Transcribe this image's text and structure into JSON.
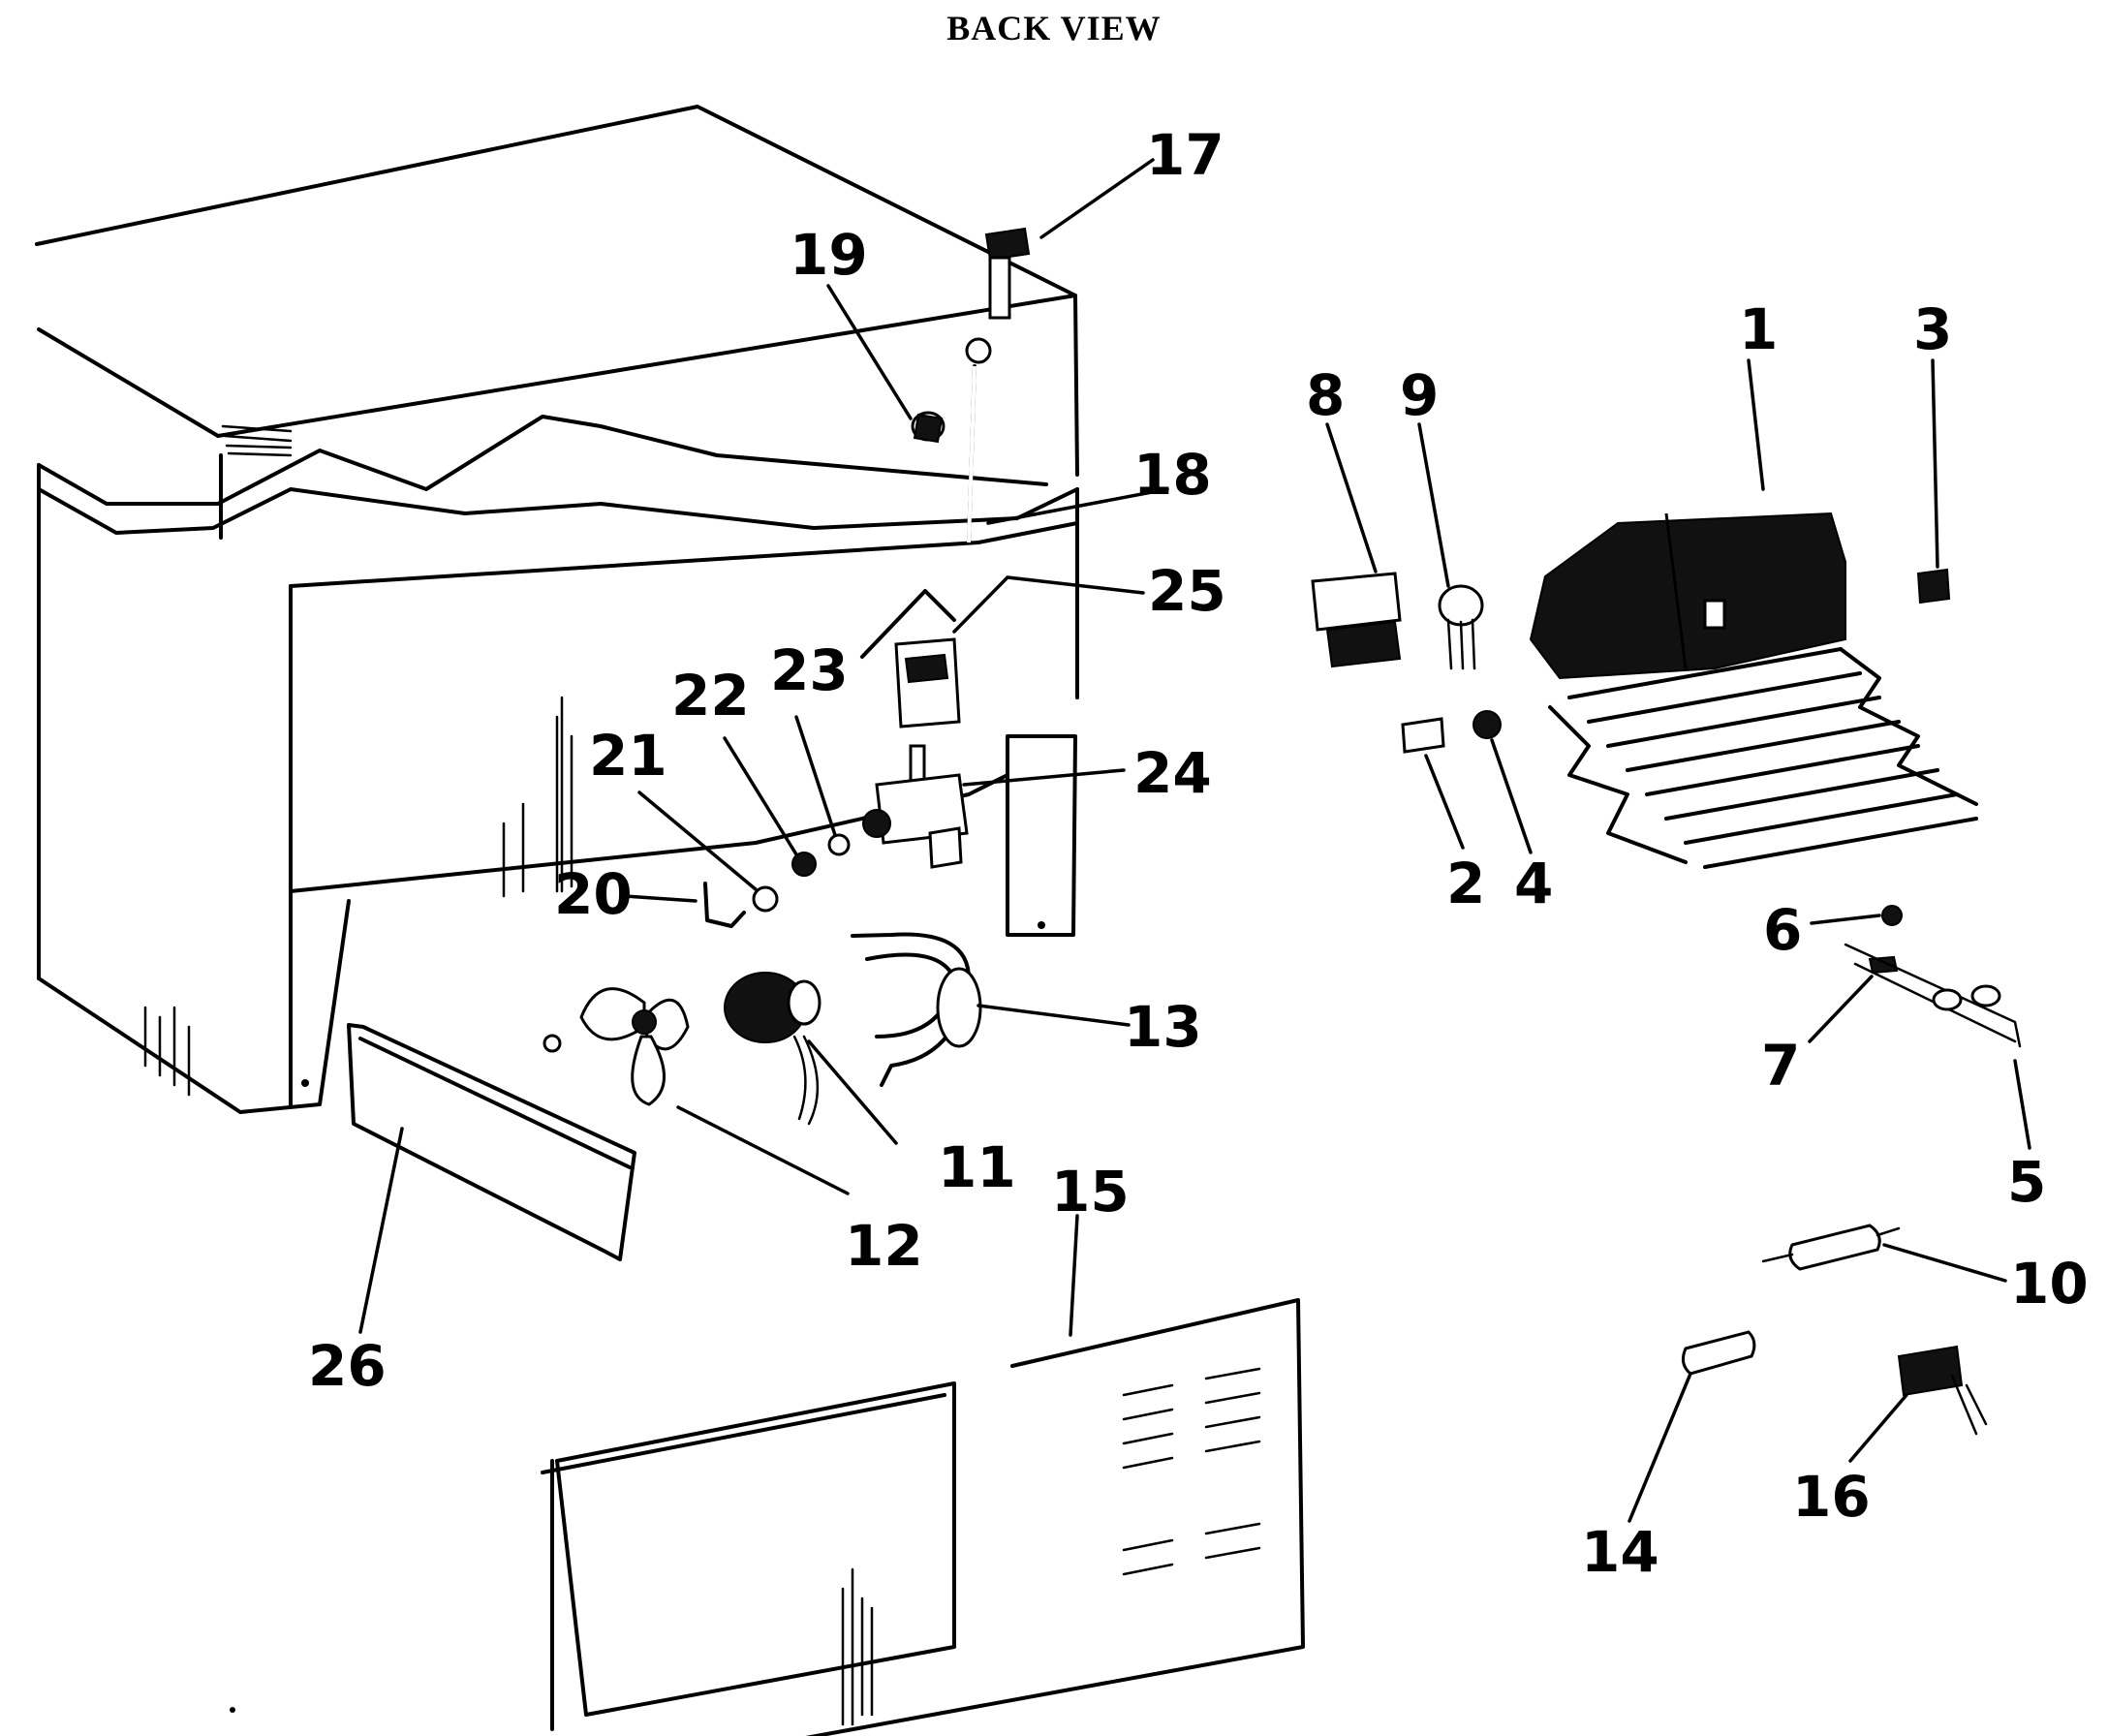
{
  "title": "BACK VIEW",
  "callouts": [
    {
      "id": "1",
      "label": "1"
    },
    {
      "id": "2",
      "label": "2"
    },
    {
      "id": "3",
      "label": "3"
    },
    {
      "id": "4",
      "label": "4"
    },
    {
      "id": "5",
      "label": "5"
    },
    {
      "id": "6",
      "label": "6"
    },
    {
      "id": "7",
      "label": "7"
    },
    {
      "id": "8",
      "label": "8"
    },
    {
      "id": "9",
      "label": "9"
    },
    {
      "id": "10",
      "label": "10"
    },
    {
      "id": "11",
      "label": "11"
    },
    {
      "id": "12",
      "label": "12"
    },
    {
      "id": "13",
      "label": "13"
    },
    {
      "id": "14",
      "label": "14"
    },
    {
      "id": "15",
      "label": "15"
    },
    {
      "id": "16",
      "label": "16"
    },
    {
      "id": "17",
      "label": "17"
    },
    {
      "id": "18",
      "label": "18"
    },
    {
      "id": "19",
      "label": "19"
    },
    {
      "id": "20",
      "label": "20"
    },
    {
      "id": "21",
      "label": "21"
    },
    {
      "id": "22",
      "label": "22"
    },
    {
      "id": "23",
      "label": "23"
    },
    {
      "id": "24",
      "label": "24"
    },
    {
      "id": "25",
      "label": "25"
    },
    {
      "id": "26",
      "label": "26"
    }
  ]
}
